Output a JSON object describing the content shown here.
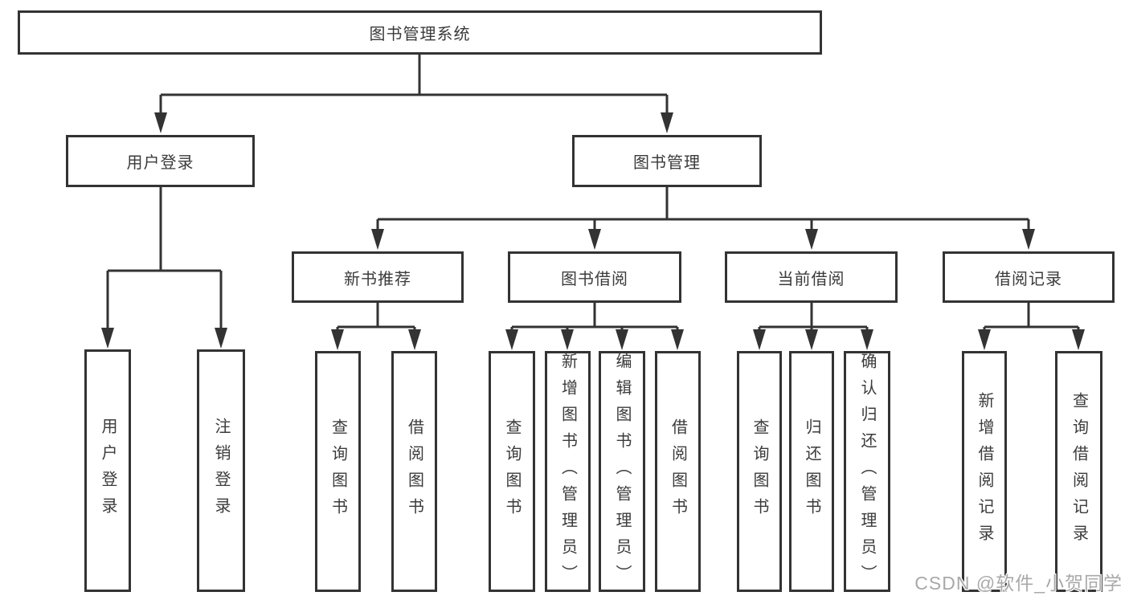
{
  "diagram": {
    "title": "图书管理系统",
    "root": {
      "label": "图书管理系统"
    },
    "branches": [
      {
        "label": "用户登录",
        "children": [
          "用户登录",
          "注销登录"
        ]
      },
      {
        "label": "图书管理",
        "groups": [
          {
            "label": "新书推荐",
            "children": [
              "查询图书",
              "借阅图书"
            ]
          },
          {
            "label": "图书借阅",
            "children": [
              "查询图书",
              "新增图书（管理员）",
              "编辑图书（管理员）",
              "借阅图书"
            ]
          },
          {
            "label": "当前借阅",
            "children": [
              "查询图书",
              "归还图书",
              "确认归还（管理员）"
            ]
          },
          {
            "label": "借阅记录",
            "children": [
              "新增借阅记录",
              "查询借阅记录"
            ]
          }
        ]
      }
    ]
  },
  "watermark": {
    "text": "CSDN @软件_小贺同学"
  },
  "colors": {
    "line": "#333333",
    "box_border": "#333333",
    "box_background": "#ffffff",
    "text": "#3b3b3b",
    "watermark_text": "#a9a9a9",
    "page_background": "#ffffff"
  }
}
